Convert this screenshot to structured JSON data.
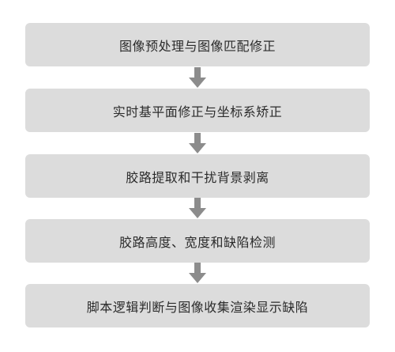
{
  "flowchart": {
    "steps": [
      {
        "label": "图像预处理与图像匹配修正"
      },
      {
        "label": "实时基平面修正与坐标系矫正"
      },
      {
        "label": "胶路提取和干扰背景剥离"
      },
      {
        "label": "胶路高度、宽度和缺陷检测"
      },
      {
        "label": "脚本逻辑判断与图像收集渲染显示缺陷"
      }
    ],
    "arrow_icon": "arrow-down-icon",
    "colors": {
      "box_fill": "#dcdcdc",
      "arrow_fill": "#8c8c8c",
      "text": "#2b2b2b"
    }
  }
}
